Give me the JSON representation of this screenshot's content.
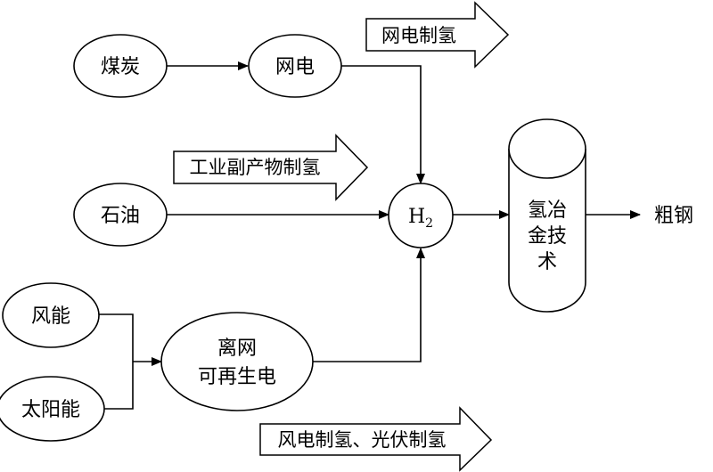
{
  "nodes": {
    "coal": "煤炭",
    "grid_power": "网电",
    "petroleum": "石油",
    "hydrogen_main": "H",
    "hydrogen_sub": "2",
    "wind": "风能",
    "solar": "太阳能",
    "offgrid_line1": "离网",
    "offgrid_line2": "可再生电",
    "metallurgy_line1": "氢冶",
    "metallurgy_line2": "金技",
    "metallurgy_line3": "术",
    "crude_steel": "粗钢"
  },
  "callouts": {
    "grid_hydrogen": "网电制氢",
    "industrial_byproduct": "工业副产物制氢",
    "wind_solar_hydrogen": "风电制氢、光伏制氢"
  },
  "colors": {
    "stroke": "#000000",
    "fill": "#ffffff"
  }
}
